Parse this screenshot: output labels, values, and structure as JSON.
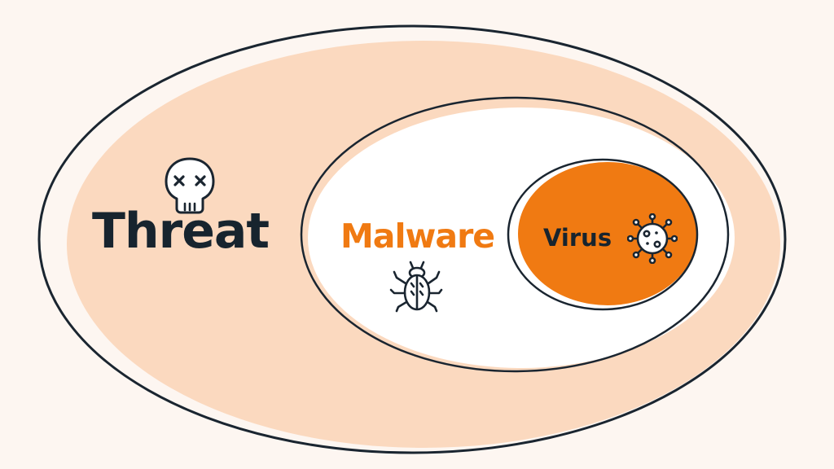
{
  "diagram": {
    "outer": {
      "label": "Threat",
      "icon": "skull-icon"
    },
    "middle": {
      "label": "Malware",
      "icon": "bug-icon"
    },
    "inner": {
      "label": "Virus",
      "icon": "germ-icon"
    }
  },
  "colors": {
    "background": "#fdf6f1",
    "peach": "#fbd9bf",
    "white": "#ffffff",
    "orange": "#f07a12",
    "outline": "#1a2530",
    "dark_text": "#17242e"
  }
}
